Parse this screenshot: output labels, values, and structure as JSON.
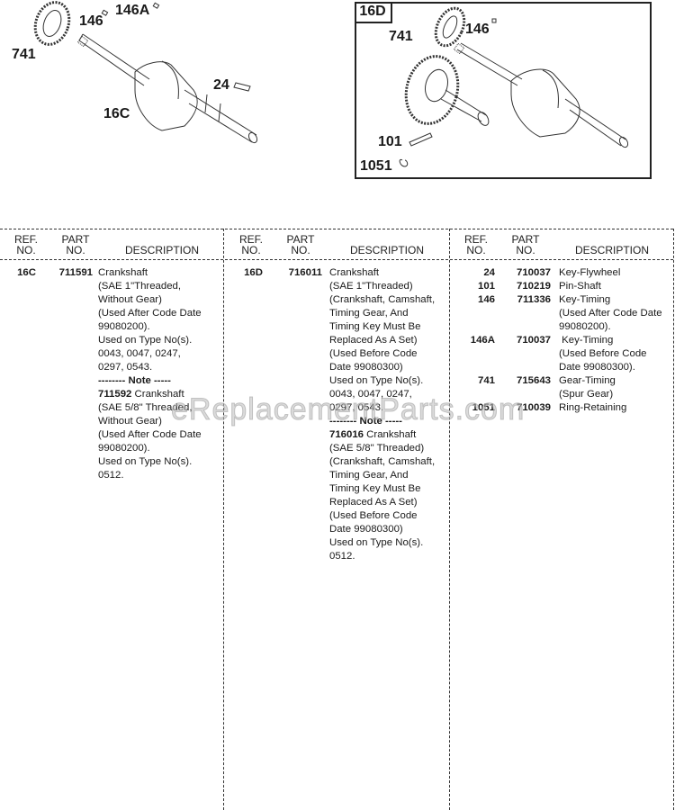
{
  "diagram": {
    "left_callouts": [
      "741",
      "146",
      "146A",
      "24",
      "16C"
    ],
    "box_label": "16D",
    "box_callouts": [
      "741",
      "146",
      "101",
      "1051"
    ]
  },
  "table": {
    "headers": {
      "ref_line1": "REF.",
      "ref_line2": "NO.",
      "part_line1": "PART",
      "part_line2": "NO.",
      "description": "DESCRIPTION"
    },
    "columns": [
      {
        "rows": [
          {
            "ref": "16C",
            "part": "711591",
            "description": [
              "Crankshaft",
              "(SAE 1\"Threaded,",
              "Without Gear)",
              "(Used After Code Date",
              "99080200).",
              "Used on Type No(s).",
              "0043, 0047, 0247,",
              "0297, 0543.",
              "-------- Note -----",
              "711592 Crankshaft",
              "(SAE 5/8\" Threaded,",
              "Without Gear)",
              "(Used After Code Date",
              "99080200).",
              "Used on Type No(s).",
              "0512."
            ]
          }
        ]
      },
      {
        "rows": [
          {
            "ref": "16D",
            "part": "716011",
            "description": [
              "Crankshaft",
              "(SAE 1\"Threaded)",
              "(Crankshaft, Camshaft,",
              "Timing Gear, And",
              "Timing Key Must Be",
              "Replaced As A Set)",
              "(Used Before Code",
              "Date 99080300)",
              "Used on Type No(s).",
              "0043, 0047, 0247,",
              "0297, 0543.",
              "-------- Note -----",
              "716016 Crankshaft",
              "(SAE 5/8\" Threaded)",
              "(Crankshaft, Camshaft,",
              "Timing Gear, And",
              "Timing Key Must Be",
              "Replaced As A Set)",
              "(Used Before Code",
              "Date 99080300)",
              "Used on Type No(s).",
              "0512."
            ]
          }
        ]
      },
      {
        "rows": [
          {
            "ref": "24",
            "part": "710037",
            "description": [
              "Key-Flywheel"
            ]
          },
          {
            "ref": "101",
            "part": "710219",
            "description": [
              "Pin-Shaft"
            ]
          },
          {
            "ref": "146",
            "part": "711336",
            "description": [
              "Key-Timing",
              "(Used After Code Date",
              "99080200)."
            ]
          },
          {
            "ref": "146A",
            "part": "710037",
            "description": [
              " Key-Timing",
              "(Used Before Code",
              "Date 99080300)."
            ]
          },
          {
            "ref": "741",
            "part": "715643",
            "description": [
              "Gear-Timing",
              "(Spur Gear)"
            ]
          },
          {
            "ref": "1051",
            "part": "710039",
            "description": [
              "Ring-Retaining"
            ]
          }
        ]
      }
    ]
  },
  "watermark": "eReplacementParts.com"
}
